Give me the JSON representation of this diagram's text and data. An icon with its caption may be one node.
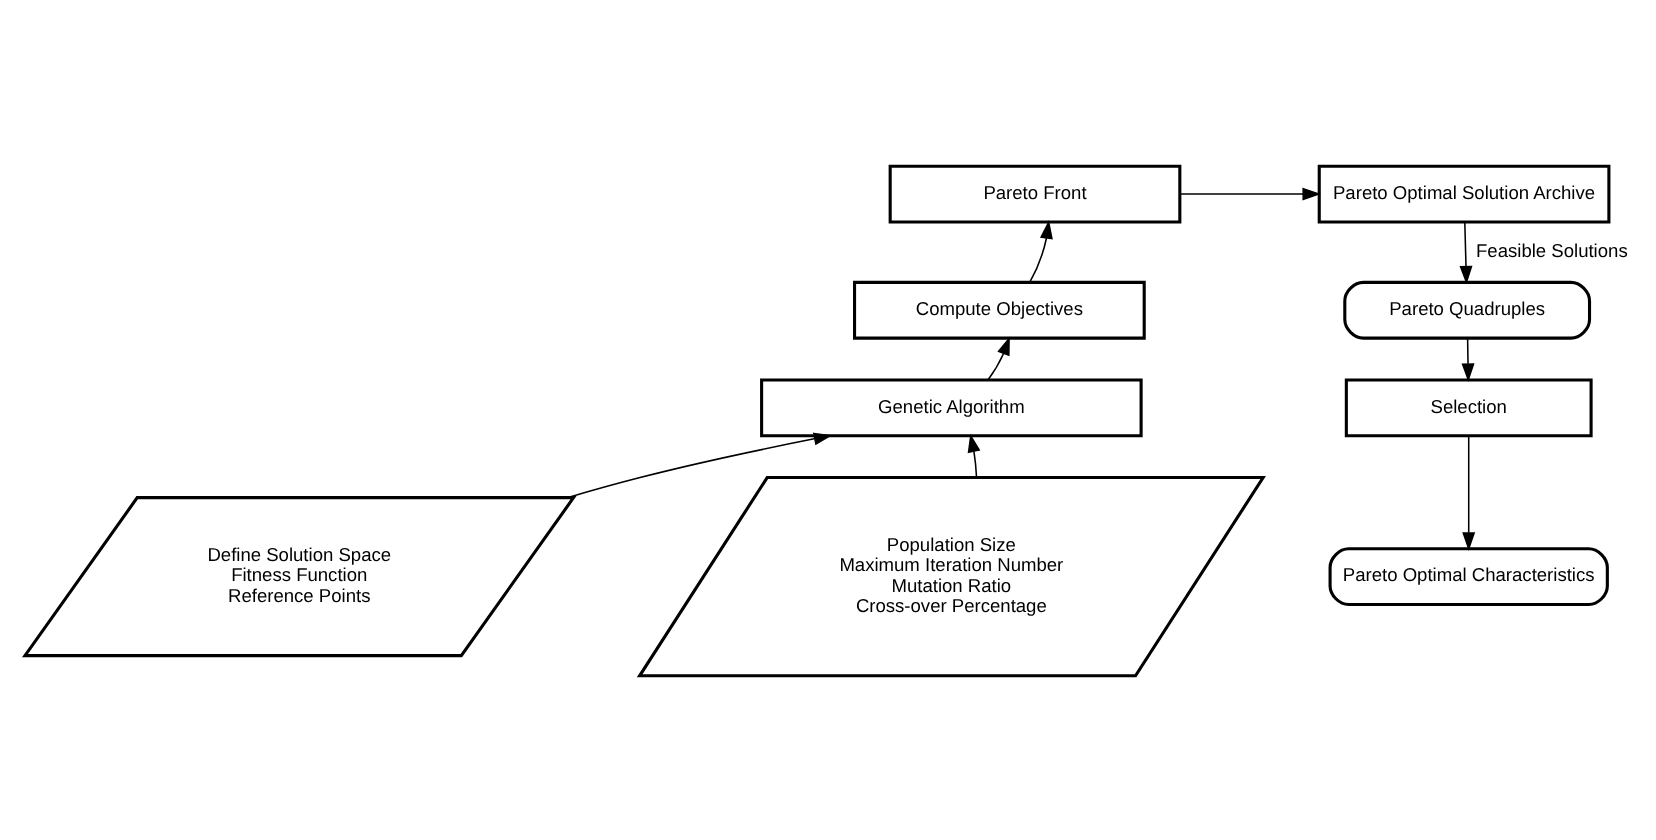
{
  "diagram": {
    "nodes": [
      {
        "text": [
          "Pareto Front"
        ]
      },
      {
        "text": [
          "Compute Objectives"
        ]
      },
      {
        "text": [
          "Genetic Algorithm"
        ]
      },
      {
        "text": [
          "Define Solution Space",
          "Fitness Function",
          "Reference Points"
        ]
      },
      {
        "text": [
          "Population Size",
          "Maximum Iteration Number",
          "Mutation Ratio",
          "Cross-over Percentage"
        ]
      },
      {
        "text": [
          "Pareto Optimal Solution Archive"
        ]
      },
      {
        "text": [
          "Pareto Quadruples"
        ]
      },
      {
        "text": [
          "Selection"
        ]
      },
      {
        "text": [
          "Pareto Optimal Characteristics"
        ]
      }
    ],
    "edges": [
      {
        "from": 3,
        "to": 2,
        "arrow": "to"
      },
      {
        "from": 4,
        "to": 2,
        "arrow": "to"
      },
      {
        "from": 2,
        "to": 1,
        "arrow": "to"
      },
      {
        "from": 1,
        "to": 0,
        "arrow": "to"
      },
      {
        "from": 0,
        "to": 5,
        "arrow": "to"
      },
      {
        "from": 5,
        "to": 6,
        "label": "Feasible Solutions",
        "arrow": "to"
      },
      {
        "from": 6,
        "to": 7,
        "arrow": "to"
      },
      {
        "from": 7,
        "to": 8,
        "arrow": "to"
      }
    ]
  }
}
